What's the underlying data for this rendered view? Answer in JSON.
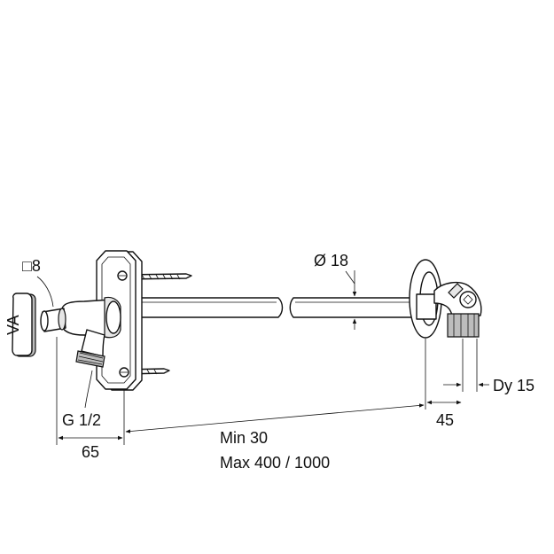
{
  "labels": {
    "square_key": "□8",
    "diameter": "Ø 18",
    "thread": "G 1/2",
    "dim_65": "65",
    "dim_min": "Min 30",
    "dim_max": "Max 400 / 1000",
    "dim_45": "45",
    "dim_dy": "Dy 15",
    "key_mark": "VA"
  }
}
